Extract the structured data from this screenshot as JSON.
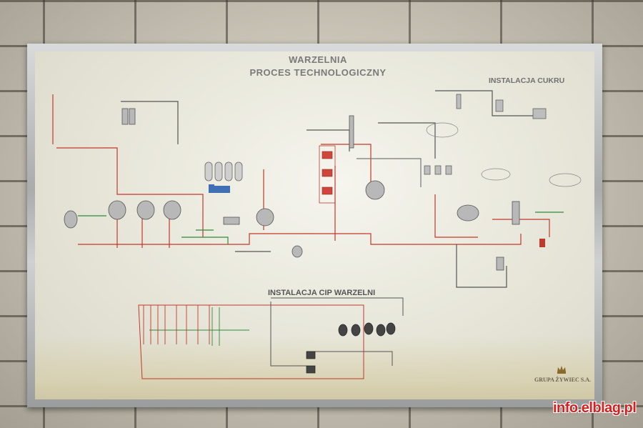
{
  "board": {
    "title_line1": "WARZELNIA",
    "title_line2": "PROCES TECHNOLOGICZNY",
    "sugar_section": "INSTALACJA CUKRU",
    "cip_section": "INSTALACJA CIP WARZELNI",
    "company_logo": "GRUPA ŻYWIEC S.A."
  },
  "watermark": "info.elblag.pl",
  "colors": {
    "pipe_red": "#c0392b",
    "pipe_green": "#2e8b3a",
    "pipe_dark": "#555555",
    "vessel_gray": "#9a9a9a",
    "watermark_red": "#d62020"
  },
  "icons": [
    "crown-icon"
  ]
}
